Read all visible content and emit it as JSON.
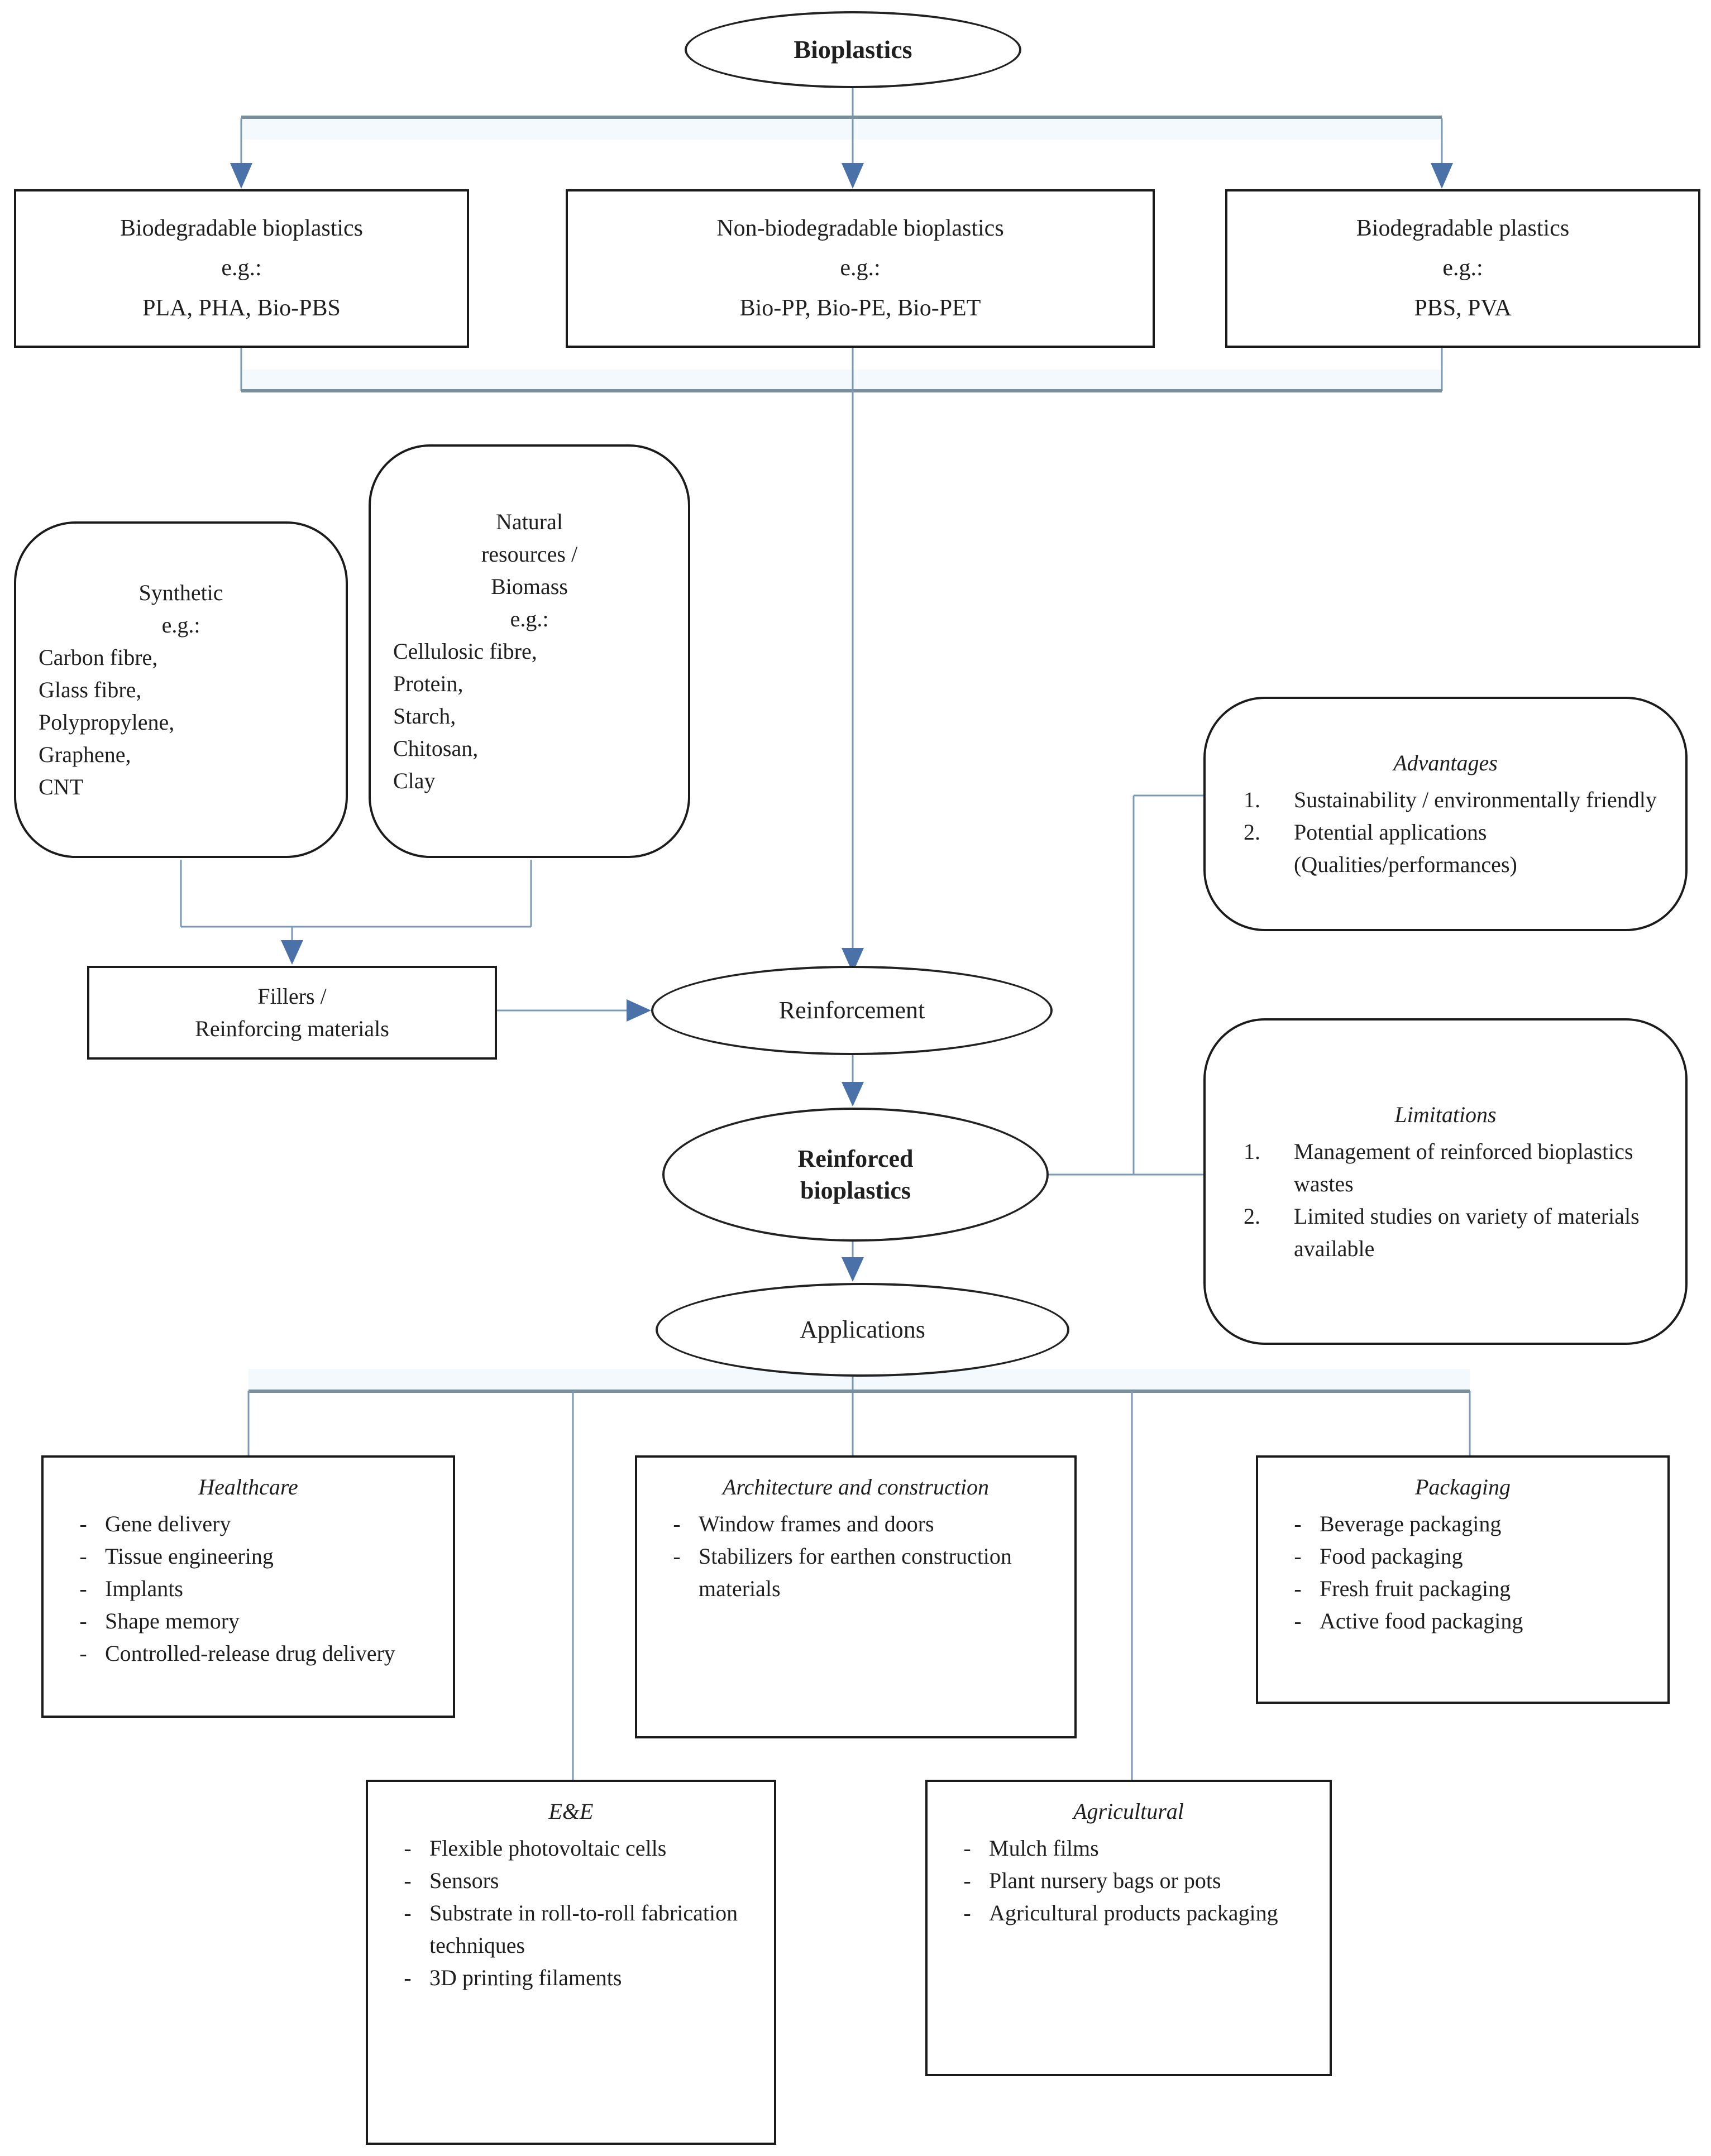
{
  "diagram": {
    "marker": "-",
    "root": {
      "label": "Bioplastics"
    },
    "top_boxes": [
      {
        "lines": [
          "Biodegradable bioplastics",
          "e.g.:",
          "PLA, PHA, Bio-PBS"
        ]
      },
      {
        "lines": [
          "Non-biodegradable bioplastics",
          "e.g.:",
          "Bio-PP, Bio-PE, Bio-PET"
        ]
      },
      {
        "lines": [
          "Biodegradable plastics",
          "e.g.:",
          "PBS, PVA"
        ]
      }
    ],
    "filler_sources": [
      {
        "header": [
          "Synthetic",
          "e.g.:"
        ],
        "items": [
          "Carbon fibre,",
          "Glass fibre,",
          "Polypropylene,",
          "Graphene,",
          "CNT"
        ]
      },
      {
        "header": [
          "Natural",
          "resources /",
          "Biomass",
          "e.g.:"
        ],
        "items": [
          "Cellulosic fibre,",
          "Protein,",
          "Starch,",
          "Chitosan,",
          "Clay"
        ]
      }
    ],
    "fillers_box": {
      "lines": [
        "Fillers /",
        "Reinforcing materials"
      ]
    },
    "reinforcement": {
      "label": "Reinforcement"
    },
    "reinforced": {
      "lines": [
        "Reinforced",
        "bioplastics"
      ]
    },
    "advantages": {
      "title": "Advantages",
      "items": [
        {
          "n": "1.",
          "text": "Sustainability / environmentally friendly"
        },
        {
          "n": "2.",
          "text": "Potential applications (Qualities/performances)"
        }
      ]
    },
    "limitations": {
      "title": "Limitations",
      "items": [
        {
          "n": "1.",
          "text": "Management of reinforced bioplastics wastes"
        },
        {
          "n": "2.",
          "text": "Limited studies on variety of materials available"
        }
      ]
    },
    "applications": {
      "label": "Applications",
      "categories": [
        {
          "title": "Healthcare",
          "items": [
            "Gene delivery",
            "Tissue engineering",
            "Implants",
            "Shape memory",
            "Controlled-release drug delivery"
          ]
        },
        {
          "title": "E&E",
          "items": [
            "Flexible photovoltaic cells",
            "Sensors",
            "Substrate in roll-to-roll fabrication techniques",
            "3D printing filaments"
          ]
        },
        {
          "title": "Architecture and construction",
          "items": [
            "Window frames and doors",
            "Stabilizers for earthen construction materials"
          ]
        },
        {
          "title": "Agricultural",
          "items": [
            "Mulch films",
            "Plant nursery bags or pots",
            "Agricultural products packaging"
          ]
        },
        {
          "title": "Packaging",
          "items": [
            "Beverage packaging",
            "Food packaging",
            "Fresh fruit packaging",
            "Active food packaging"
          ]
        }
      ]
    }
  },
  "colors": {
    "connector_line": "#7b99b5",
    "rule_line": "#78909e",
    "arrowhead": "#4a71a8",
    "box_border": "#1b1b1b",
    "text": "#1f1f1f",
    "background": "#ffffff"
  }
}
